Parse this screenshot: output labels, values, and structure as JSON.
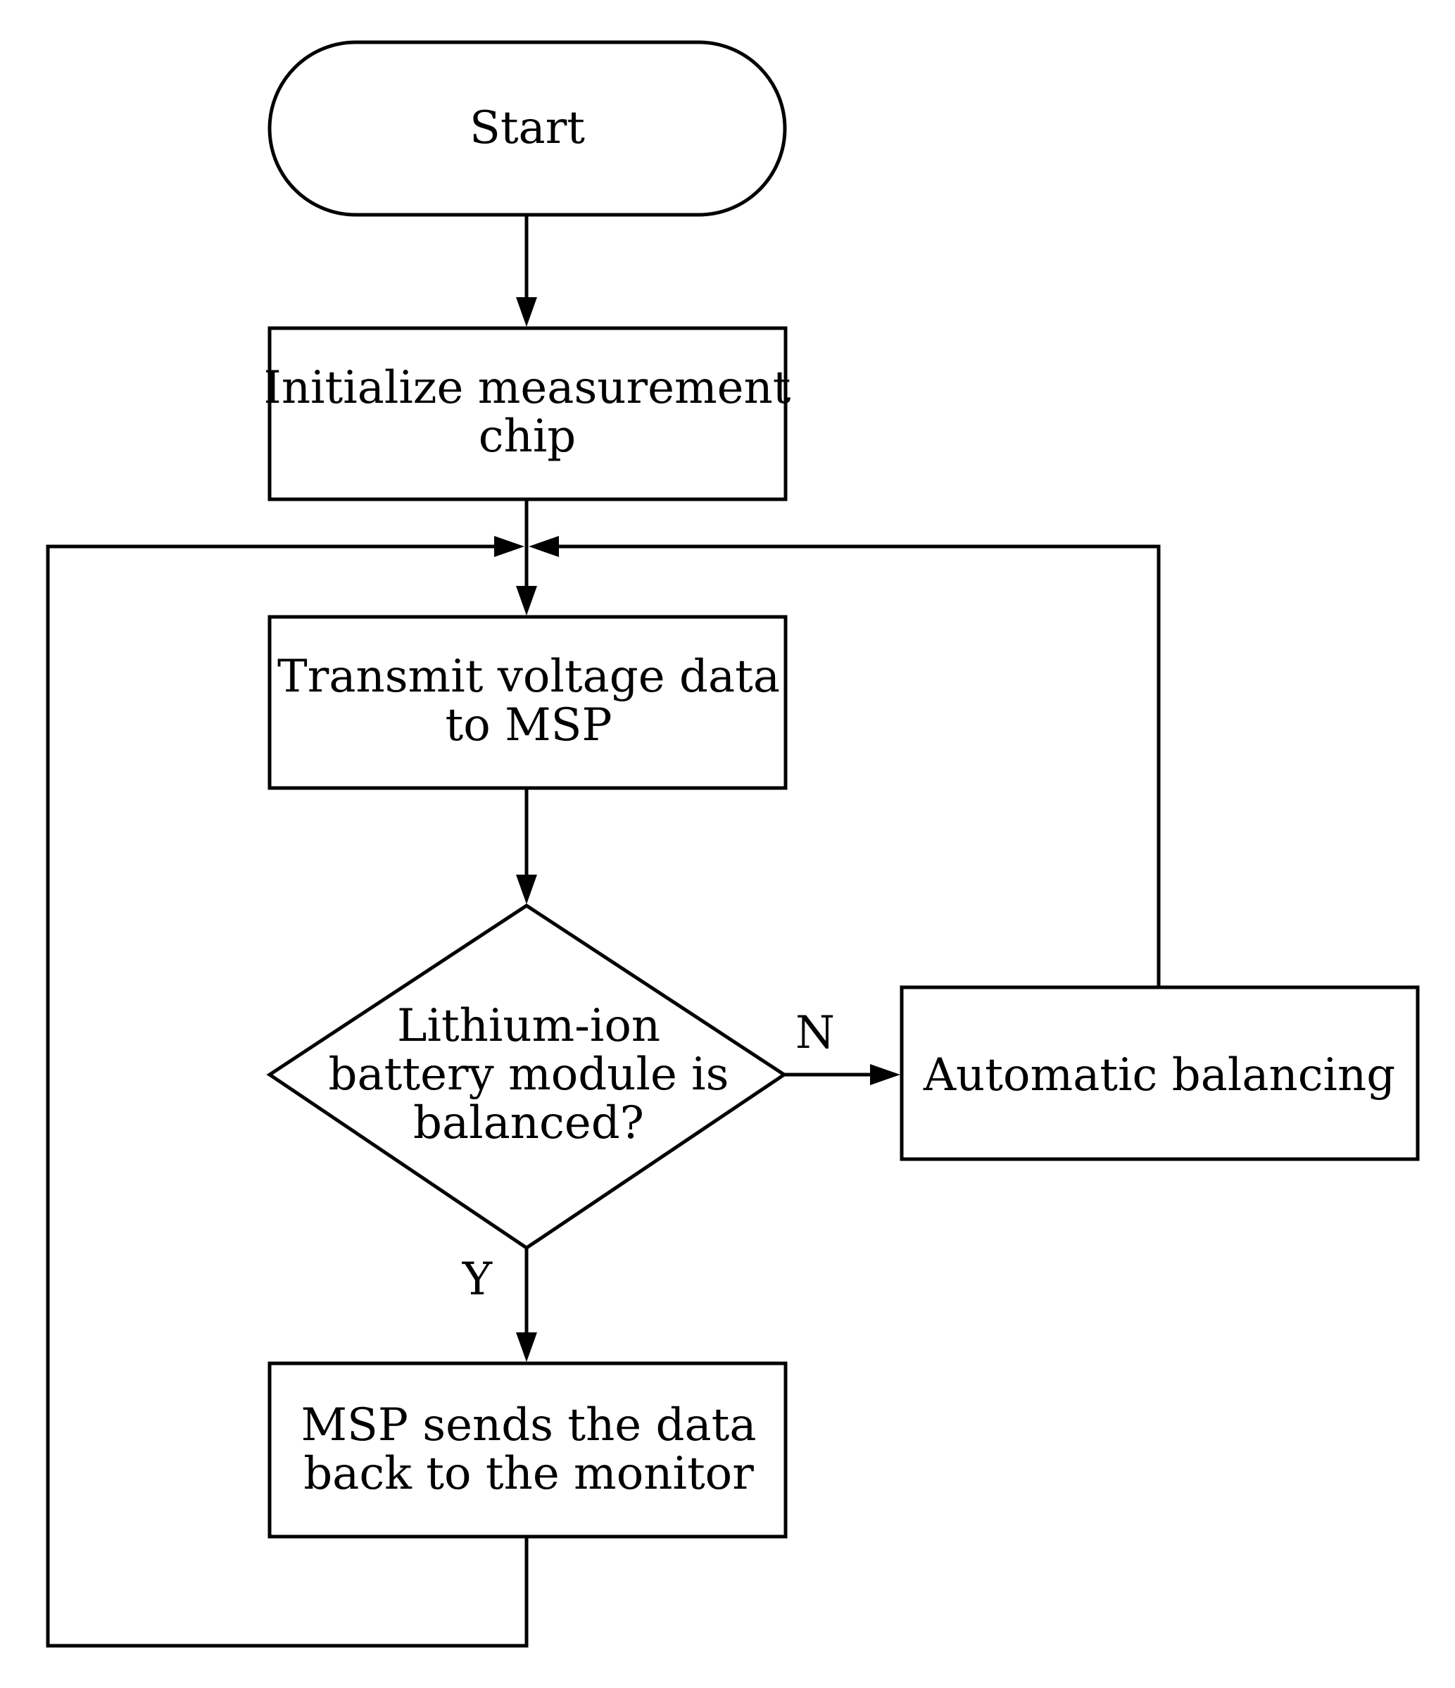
{
  "nodes": {
    "start": {
      "label": "Start"
    },
    "init": {
      "line1": "Initialize measurement",
      "line2": "chip"
    },
    "transmit": {
      "line1": "Transmit voltage data",
      "line2": "to MSP"
    },
    "decision": {
      "line1": "Lithium-ion",
      "line2": "battery module is",
      "line3": "balanced?"
    },
    "balancing": {
      "label": "Automatic balancing"
    },
    "send": {
      "line1": "MSP sends the data",
      "line2": "back to the monitor"
    }
  },
  "edge_labels": {
    "no": "N",
    "yes": "Y"
  }
}
